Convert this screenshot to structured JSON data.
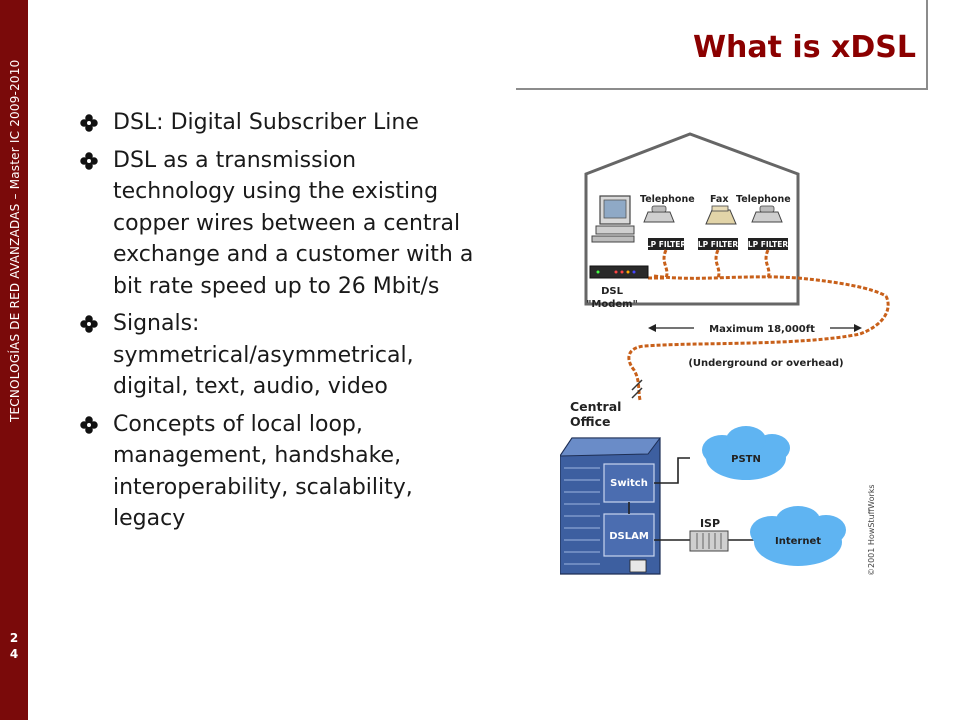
{
  "sidebar": {
    "vertical_text": "TECNOLOGÍAS DE RED AVANZADAS – Master IC 2009-2010",
    "page_number_line1": "2",
    "page_number_line2": "4"
  },
  "slide": {
    "title": "What is xDSL",
    "bullets": [
      "DSL: Digital Subscriber Line",
      "DSL as a transmission technology using the existing copper wires between a central exchange and a customer with a bit rate speed up to 26 Mbit/s",
      "Signals: symmetrical/asymmetrical, digital, text, audio, video",
      "Concepts of local loop, management, handshake, interoperability, scalability, legacy"
    ]
  },
  "diagram": {
    "telephone_1": "Telephone",
    "fax": "Fax",
    "telephone_2": "Telephone",
    "lp_filter": "LP FILTER",
    "dsl_line1": "DSL",
    "dsl_line2": "\"Modem\"",
    "maximum": "Maximum 18,000ft",
    "underground": "(Underground or overhead)",
    "central_line1": "Central",
    "central_line2": "Office",
    "switch": "Switch",
    "dslam": "DSLAM",
    "isp": "ISP",
    "pstn": "PSTN",
    "internet": "Internet",
    "copyright": "©2001 HowStuffWorks",
    "colors": {
      "wire": "#c8601a",
      "cloud": "#5fb4f2",
      "building": "#3d5fa0"
    }
  }
}
